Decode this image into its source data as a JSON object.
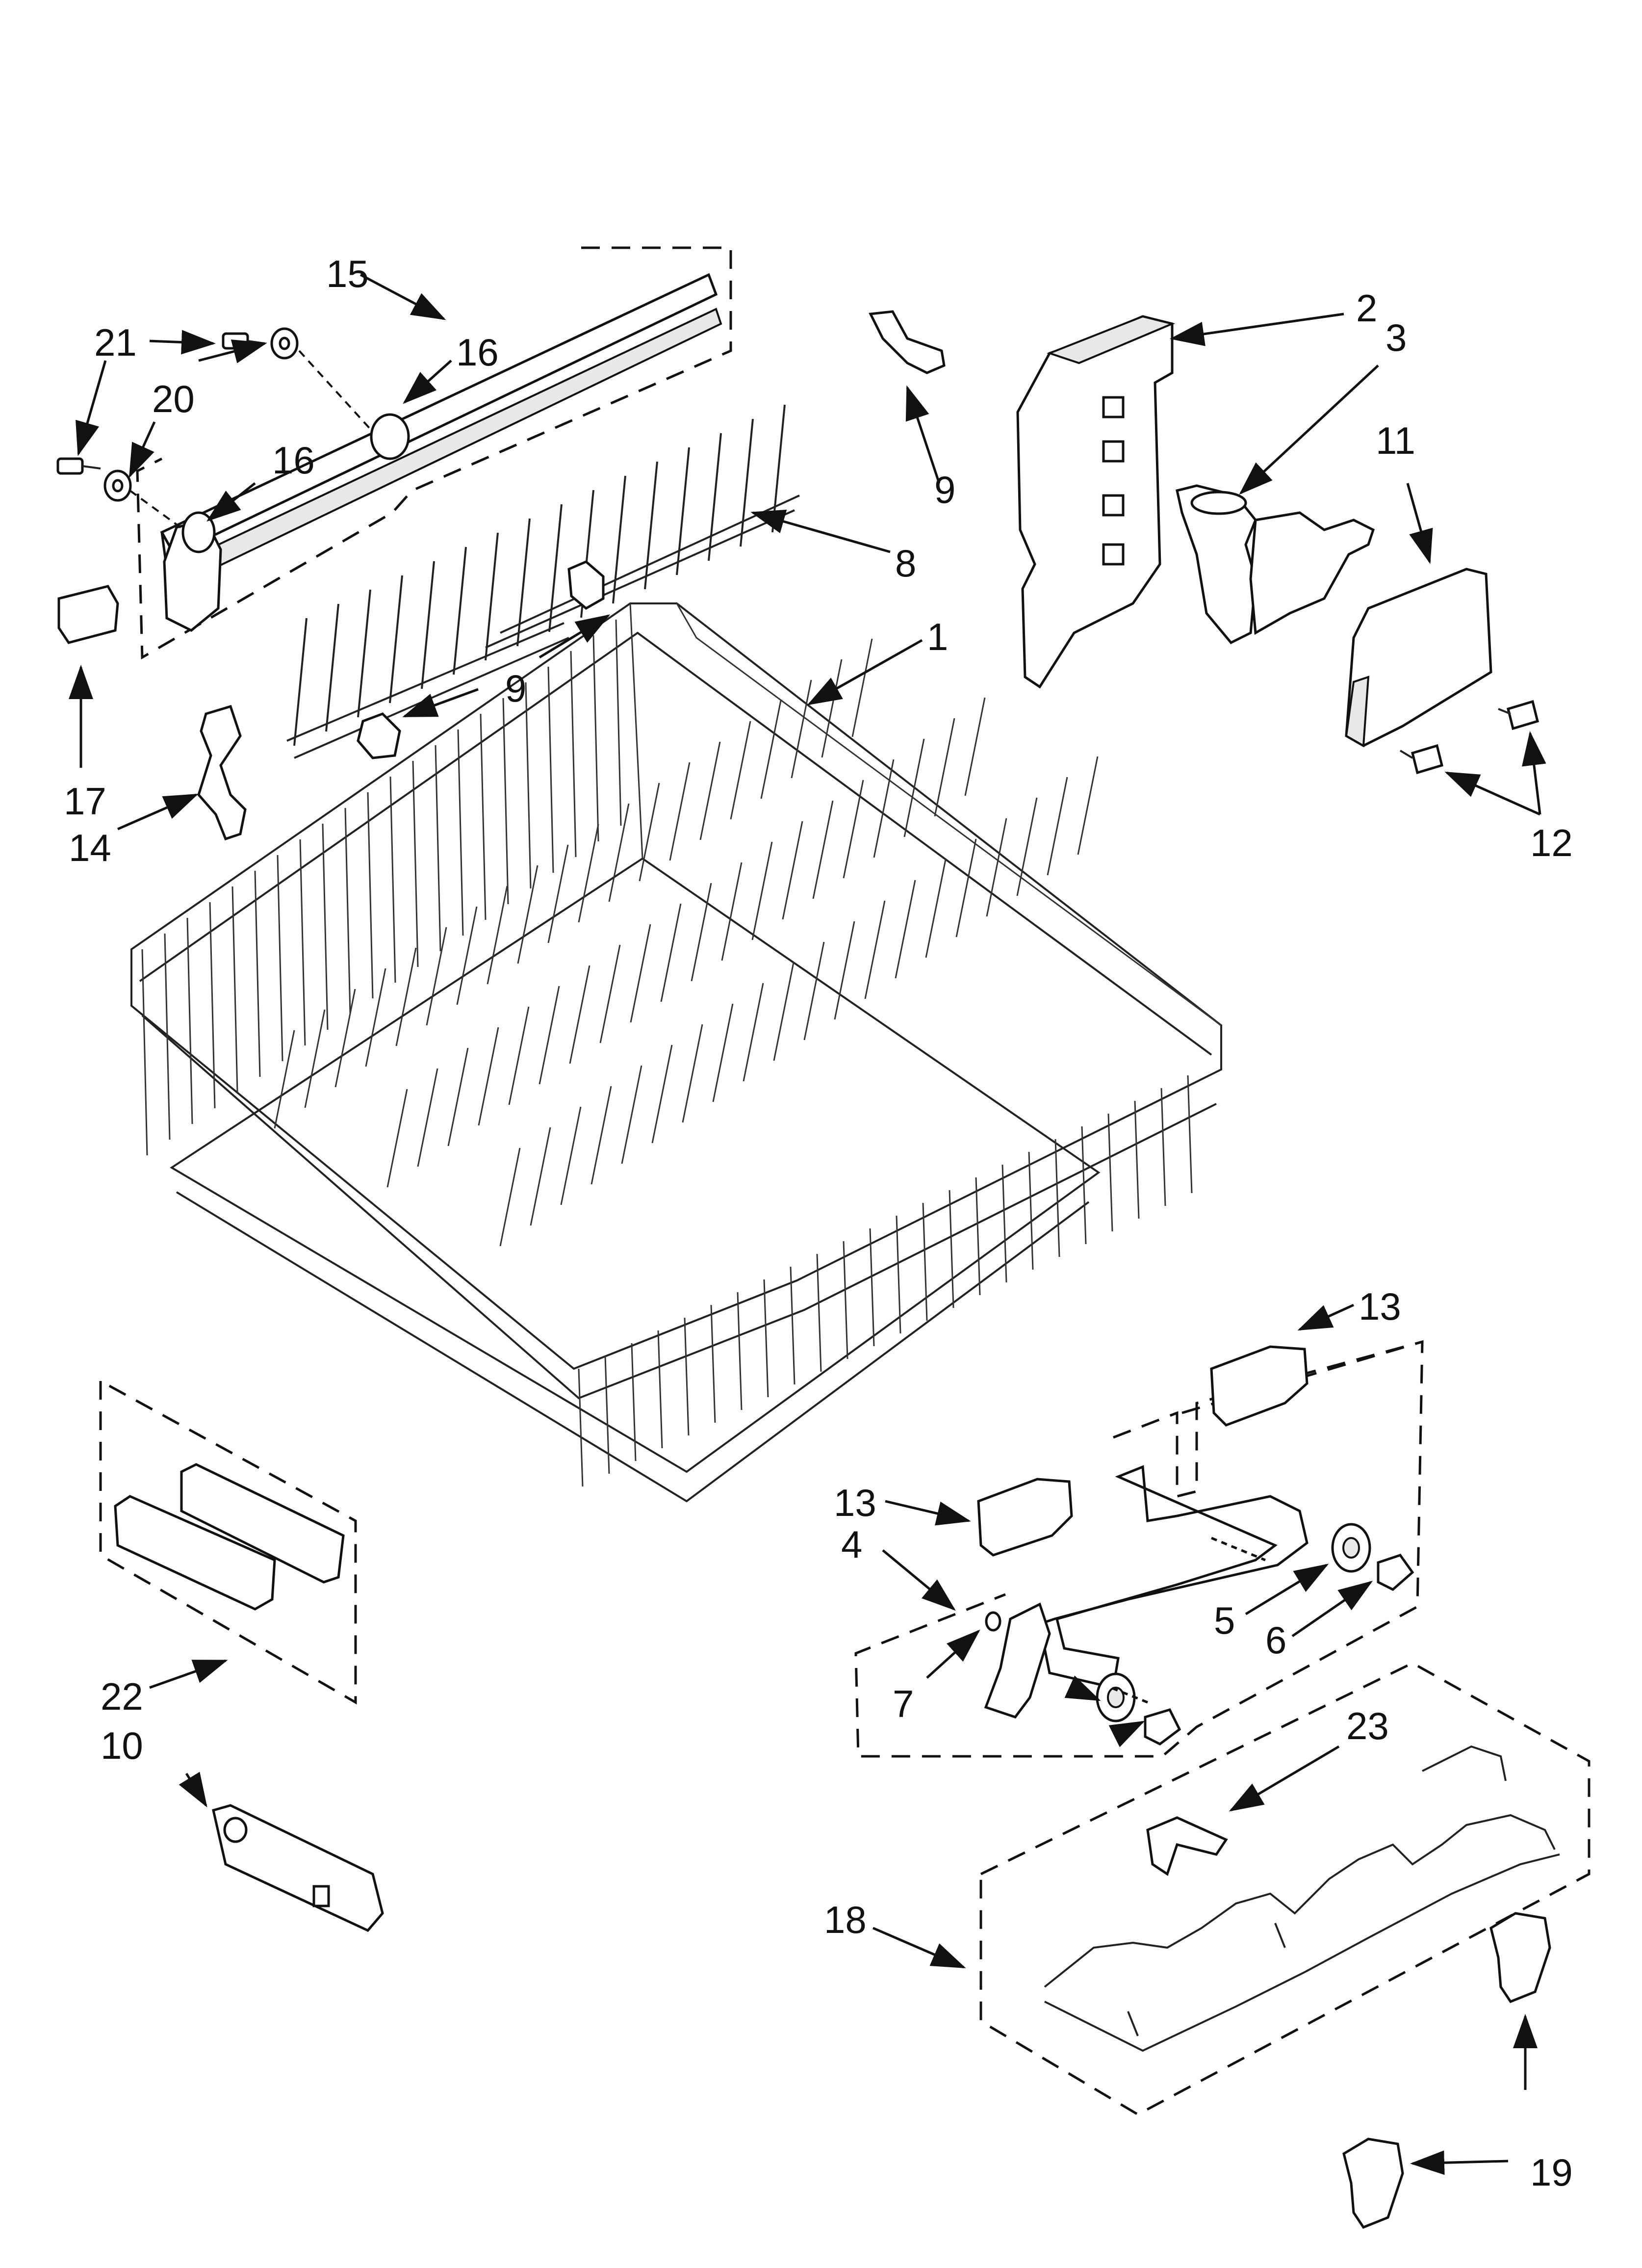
{
  "diagram": {
    "callouts": [
      {
        "id": "c1",
        "text": "1"
      },
      {
        "id": "c2",
        "text": "2"
      },
      {
        "id": "c3",
        "text": "3"
      },
      {
        "id": "c4",
        "text": "4"
      },
      {
        "id": "c5",
        "text": "5"
      },
      {
        "id": "c6",
        "text": "6"
      },
      {
        "id": "c7",
        "text": "7"
      },
      {
        "id": "c8",
        "text": "8"
      },
      {
        "id": "c9a",
        "text": "9"
      },
      {
        "id": "c9b",
        "text": "9"
      },
      {
        "id": "c10",
        "text": "10"
      },
      {
        "id": "c11",
        "text": "11"
      },
      {
        "id": "c12",
        "text": "12"
      },
      {
        "id": "c13a",
        "text": "13"
      },
      {
        "id": "c13b",
        "text": "13"
      },
      {
        "id": "c14",
        "text": "14"
      },
      {
        "id": "c15",
        "text": "15"
      },
      {
        "id": "c16a",
        "text": "16"
      },
      {
        "id": "c16b",
        "text": "16"
      },
      {
        "id": "c17",
        "text": "17"
      },
      {
        "id": "c18",
        "text": "18"
      },
      {
        "id": "c19",
        "text": "19"
      },
      {
        "id": "c20",
        "text": "20"
      },
      {
        "id": "c21",
        "text": "21"
      },
      {
        "id": "c22",
        "text": "22"
      },
      {
        "id": "c23",
        "text": "23"
      }
    ]
  }
}
